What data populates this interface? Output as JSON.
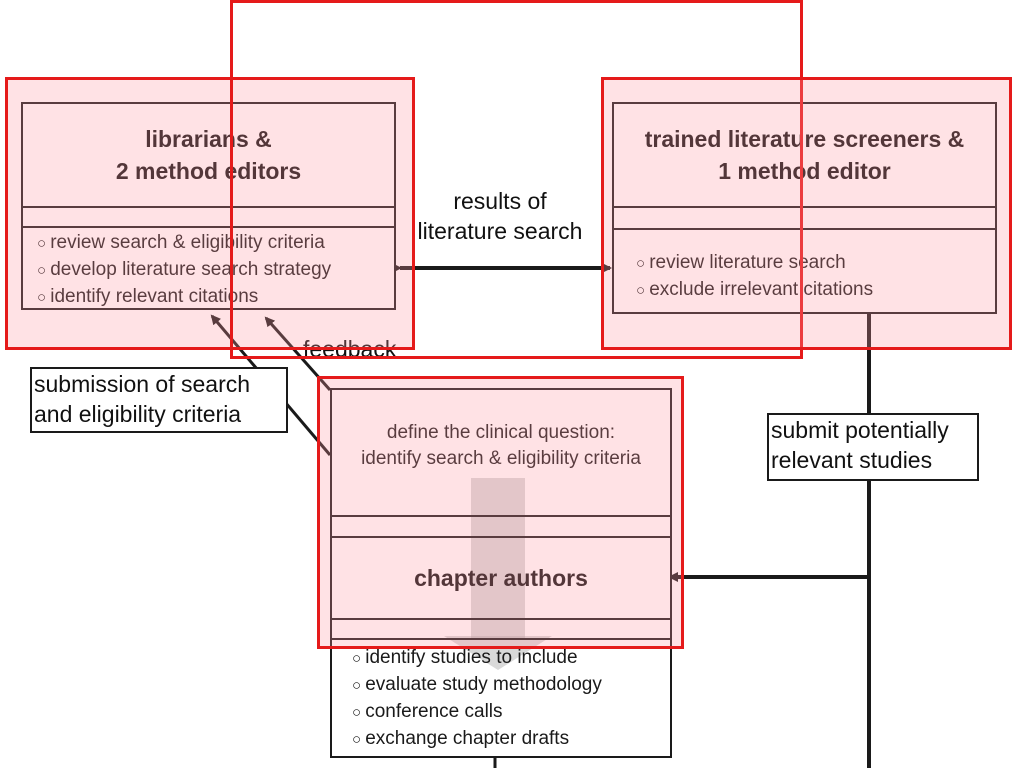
{
  "librarians": {
    "title": [
      "librarians &",
      "2 method editors"
    ],
    "tasks": [
      "review search & eligibility criteria",
      "develop literature search strategy",
      "identify relevant citations"
    ]
  },
  "screeners": {
    "title": [
      "trained literature screeners &",
      "1 method editor"
    ],
    "tasks": [
      "review literature search",
      "exclude irrelevant citations"
    ]
  },
  "authors": {
    "define": [
      "define the clinical question:",
      "identify search & eligibility criteria"
    ],
    "title": "chapter authors",
    "tasks": [
      "identify studies to include",
      "evaluate study methodology",
      "conference calls",
      "exchange chapter drafts"
    ]
  },
  "labels": {
    "results": [
      "results of",
      "literature search"
    ],
    "feedback": "feedback",
    "submission": [
      "submission of search",
      "and eligibility criteria"
    ],
    "submit": [
      "submit potentially",
      "relevant studies"
    ]
  },
  "colors": {
    "highlight_border": "#e51a1a",
    "highlight_fill": "rgba(255,150,160,0.28)",
    "lines": "#1a1a1a"
  }
}
